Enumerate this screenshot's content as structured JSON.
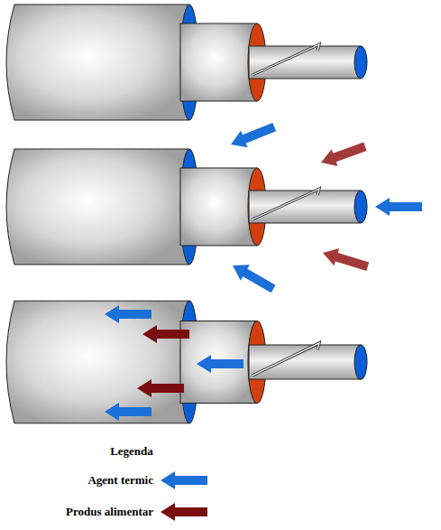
{
  "diagram": {
    "labels": [
      "Legenda"
    ],
    "legend": [
      {
        "text": "Agent termic"
      },
      {
        "text": "Produs alimentar"
      }
    ]
  }
}
